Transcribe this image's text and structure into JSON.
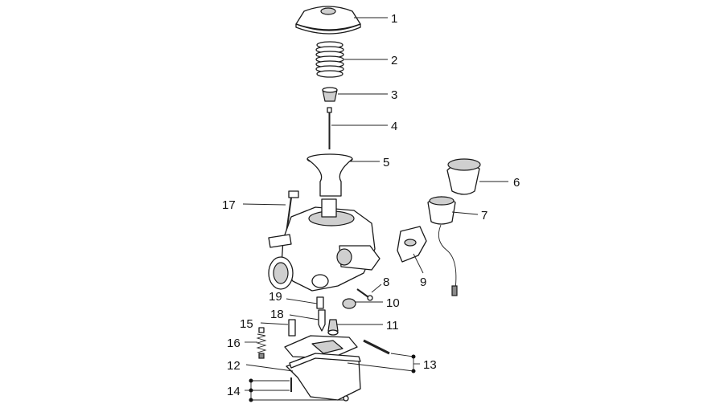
{
  "colors": {
    "line": "#1a1a1a",
    "text": "#111111",
    "background": "#ffffff"
  },
  "callouts": [
    {
      "id": "1",
      "label": "1"
    },
    {
      "id": "2",
      "label": "2"
    },
    {
      "id": "3",
      "label": "3"
    },
    {
      "id": "4",
      "label": "4"
    },
    {
      "id": "5",
      "label": "5"
    },
    {
      "id": "6",
      "label": "6"
    },
    {
      "id": "7",
      "label": "7"
    },
    {
      "id": "8",
      "label": "8"
    },
    {
      "id": "9",
      "label": "9"
    },
    {
      "id": "10",
      "label": "10"
    },
    {
      "id": "11",
      "label": "11"
    },
    {
      "id": "12",
      "label": "12"
    },
    {
      "id": "13",
      "label": "13"
    },
    {
      "id": "14",
      "label": "14"
    },
    {
      "id": "15",
      "label": "15"
    },
    {
      "id": "16",
      "label": "16"
    },
    {
      "id": "17",
      "label": "17"
    },
    {
      "id": "18",
      "label": "18"
    },
    {
      "id": "19",
      "label": "19"
    }
  ]
}
